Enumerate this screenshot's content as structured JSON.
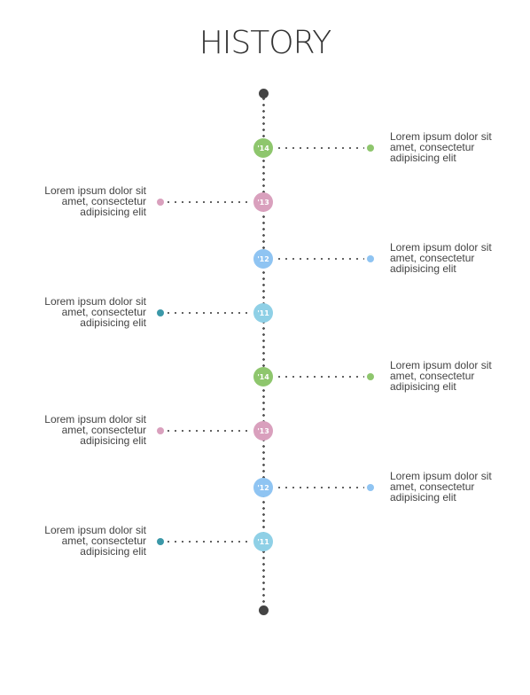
{
  "title": "HISTORY",
  "colors": {
    "green": "#8ec66d",
    "pink": "#d9a0bd",
    "blue": "#8fc4f2",
    "teal": "#8fd0e6",
    "teal_dot": "#3b98a8",
    "spine": "#555555",
    "endcap": "#444444"
  },
  "events": [
    {
      "year": "'14",
      "side": "right",
      "color": "#8ec66d",
      "dot_color": "#8ec66d",
      "lines": [
        "Lorem ipsum dolor sit",
        "amet, consectetur",
        "adipisicing elit"
      ]
    },
    {
      "year": "'13",
      "side": "left",
      "color": "#d9a0bd",
      "dot_color": "#d9a0bd",
      "lines": [
        "Lorem ipsum dolor sit",
        "amet, consectetur",
        "adipisicing elit"
      ]
    },
    {
      "year": "'12",
      "side": "right",
      "color": "#8fc4f2",
      "dot_color": "#8fc4f2",
      "lines": [
        "Lorem ipsum dolor sit",
        "amet, consectetur",
        "adipisicing elit"
      ]
    },
    {
      "year": "'11",
      "side": "left",
      "color": "#8fd0e6",
      "dot_color": "#3b98a8",
      "lines": [
        "Lorem ipsum dolor sit",
        "amet, consectetur",
        "adipisicing elit"
      ]
    },
    {
      "year": "'14",
      "side": "right",
      "color": "#8ec66d",
      "dot_color": "#8ec66d",
      "lines": [
        "Lorem ipsum dolor sit",
        "amet, consectetur",
        "adipisicing elit"
      ]
    },
    {
      "year": "'13",
      "side": "left",
      "color": "#d9a0bd",
      "dot_color": "#d9a0bd",
      "lines": [
        "Lorem ipsum dolor sit",
        "amet, consectetur",
        "adipisicing elit"
      ]
    },
    {
      "year": "'12",
      "side": "right",
      "color": "#8fc4f2",
      "dot_color": "#8fc4f2",
      "lines": [
        "Lorem ipsum dolor sit",
        "amet, consectetur",
        "adipisicing elit"
      ]
    },
    {
      "year": "'11",
      "side": "left",
      "color": "#8fd0e6",
      "dot_color": "#3b98a8",
      "lines": [
        "Lorem ipsum dolor sit",
        "amet, consectetur",
        "adipisicing elit"
      ]
    }
  ]
}
